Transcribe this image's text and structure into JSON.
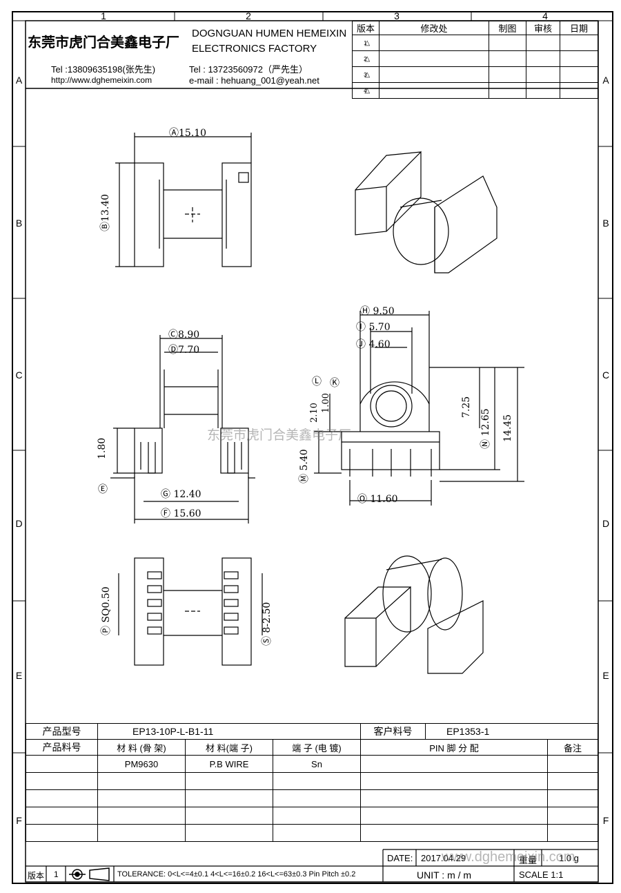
{
  "grid": {
    "columns": [
      "1",
      "2",
      "3",
      "4"
    ],
    "rows": [
      "A",
      "B",
      "C",
      "D",
      "E",
      "F"
    ]
  },
  "header": {
    "company_cn": "东莞市虎门合美鑫电子厂",
    "company_en_1": "DOGNGUAN HUMEN HEMEIXIN",
    "company_en_2": "ELECTRONICS FACTORY",
    "tel_1": "Tel :13809635198(张先生)",
    "tel_2": "Tel : 13723560972（严先生）",
    "website": "http://www.dghemeixin.com",
    "email": "e-mail : hehuang_001@yeah.net"
  },
  "revision_table": {
    "headers": [
      "版本",
      "修改处",
      "制图",
      "审核",
      "日期"
    ],
    "rows": [
      "1",
      "2",
      "3",
      "4"
    ]
  },
  "dims": {
    "A": "15.10",
    "B": "13.40",
    "C": "8.90",
    "D": "7.70",
    "E": "",
    "F": "15.60",
    "G": "12.40",
    "H": "9.50",
    "I": "5.70",
    "J": "4.60",
    "K": "1.00",
    "L": "2.10",
    "M": "5.40",
    "N": "12.65",
    "O": "11.60",
    "P": "SQ0.50",
    "S": "8-2.50",
    "d180": "1.80",
    "d725": "7.25",
    "d1445": "14.45"
  },
  "dim_letters": [
    "A",
    "B",
    "C",
    "D",
    "E",
    "F",
    "G",
    "H",
    "I",
    "J",
    "K",
    "L",
    "M",
    "N",
    "O",
    "P",
    "S"
  ],
  "watermark_center": "东莞市虎门合美鑫电子厂",
  "info_table": {
    "model_label": "产品型号",
    "model_value": "EP13-10P-L-B1-11",
    "customer_label": "客户料号",
    "customer_value": "EP1353-1",
    "part_label": "产品料号",
    "col_headers": [
      "材 料 (骨 架)",
      "材 料(端 子)",
      "端 子 (电 镀)",
      "PIN 脚 分 配",
      "备注"
    ],
    "row1": [
      "PM9630",
      "P.B WIRE",
      "Sn",
      "",
      ""
    ]
  },
  "footer": {
    "date_label": "DATE:",
    "date_value": "2017.04.29",
    "weight_label": "重量",
    "weight_value": "1.0 g",
    "watermark": "www.dghemeixin.com",
    "unit": "UNIT :  m / m",
    "scale": "SCALE    1:1",
    "version_label": "版本",
    "version_value": "1",
    "tolerance": "TOLERANCE:  0<L<=4±0.1  4<L<=16±0.2  16<L<=63±0.3  Pin Pitch  ±0.2"
  }
}
